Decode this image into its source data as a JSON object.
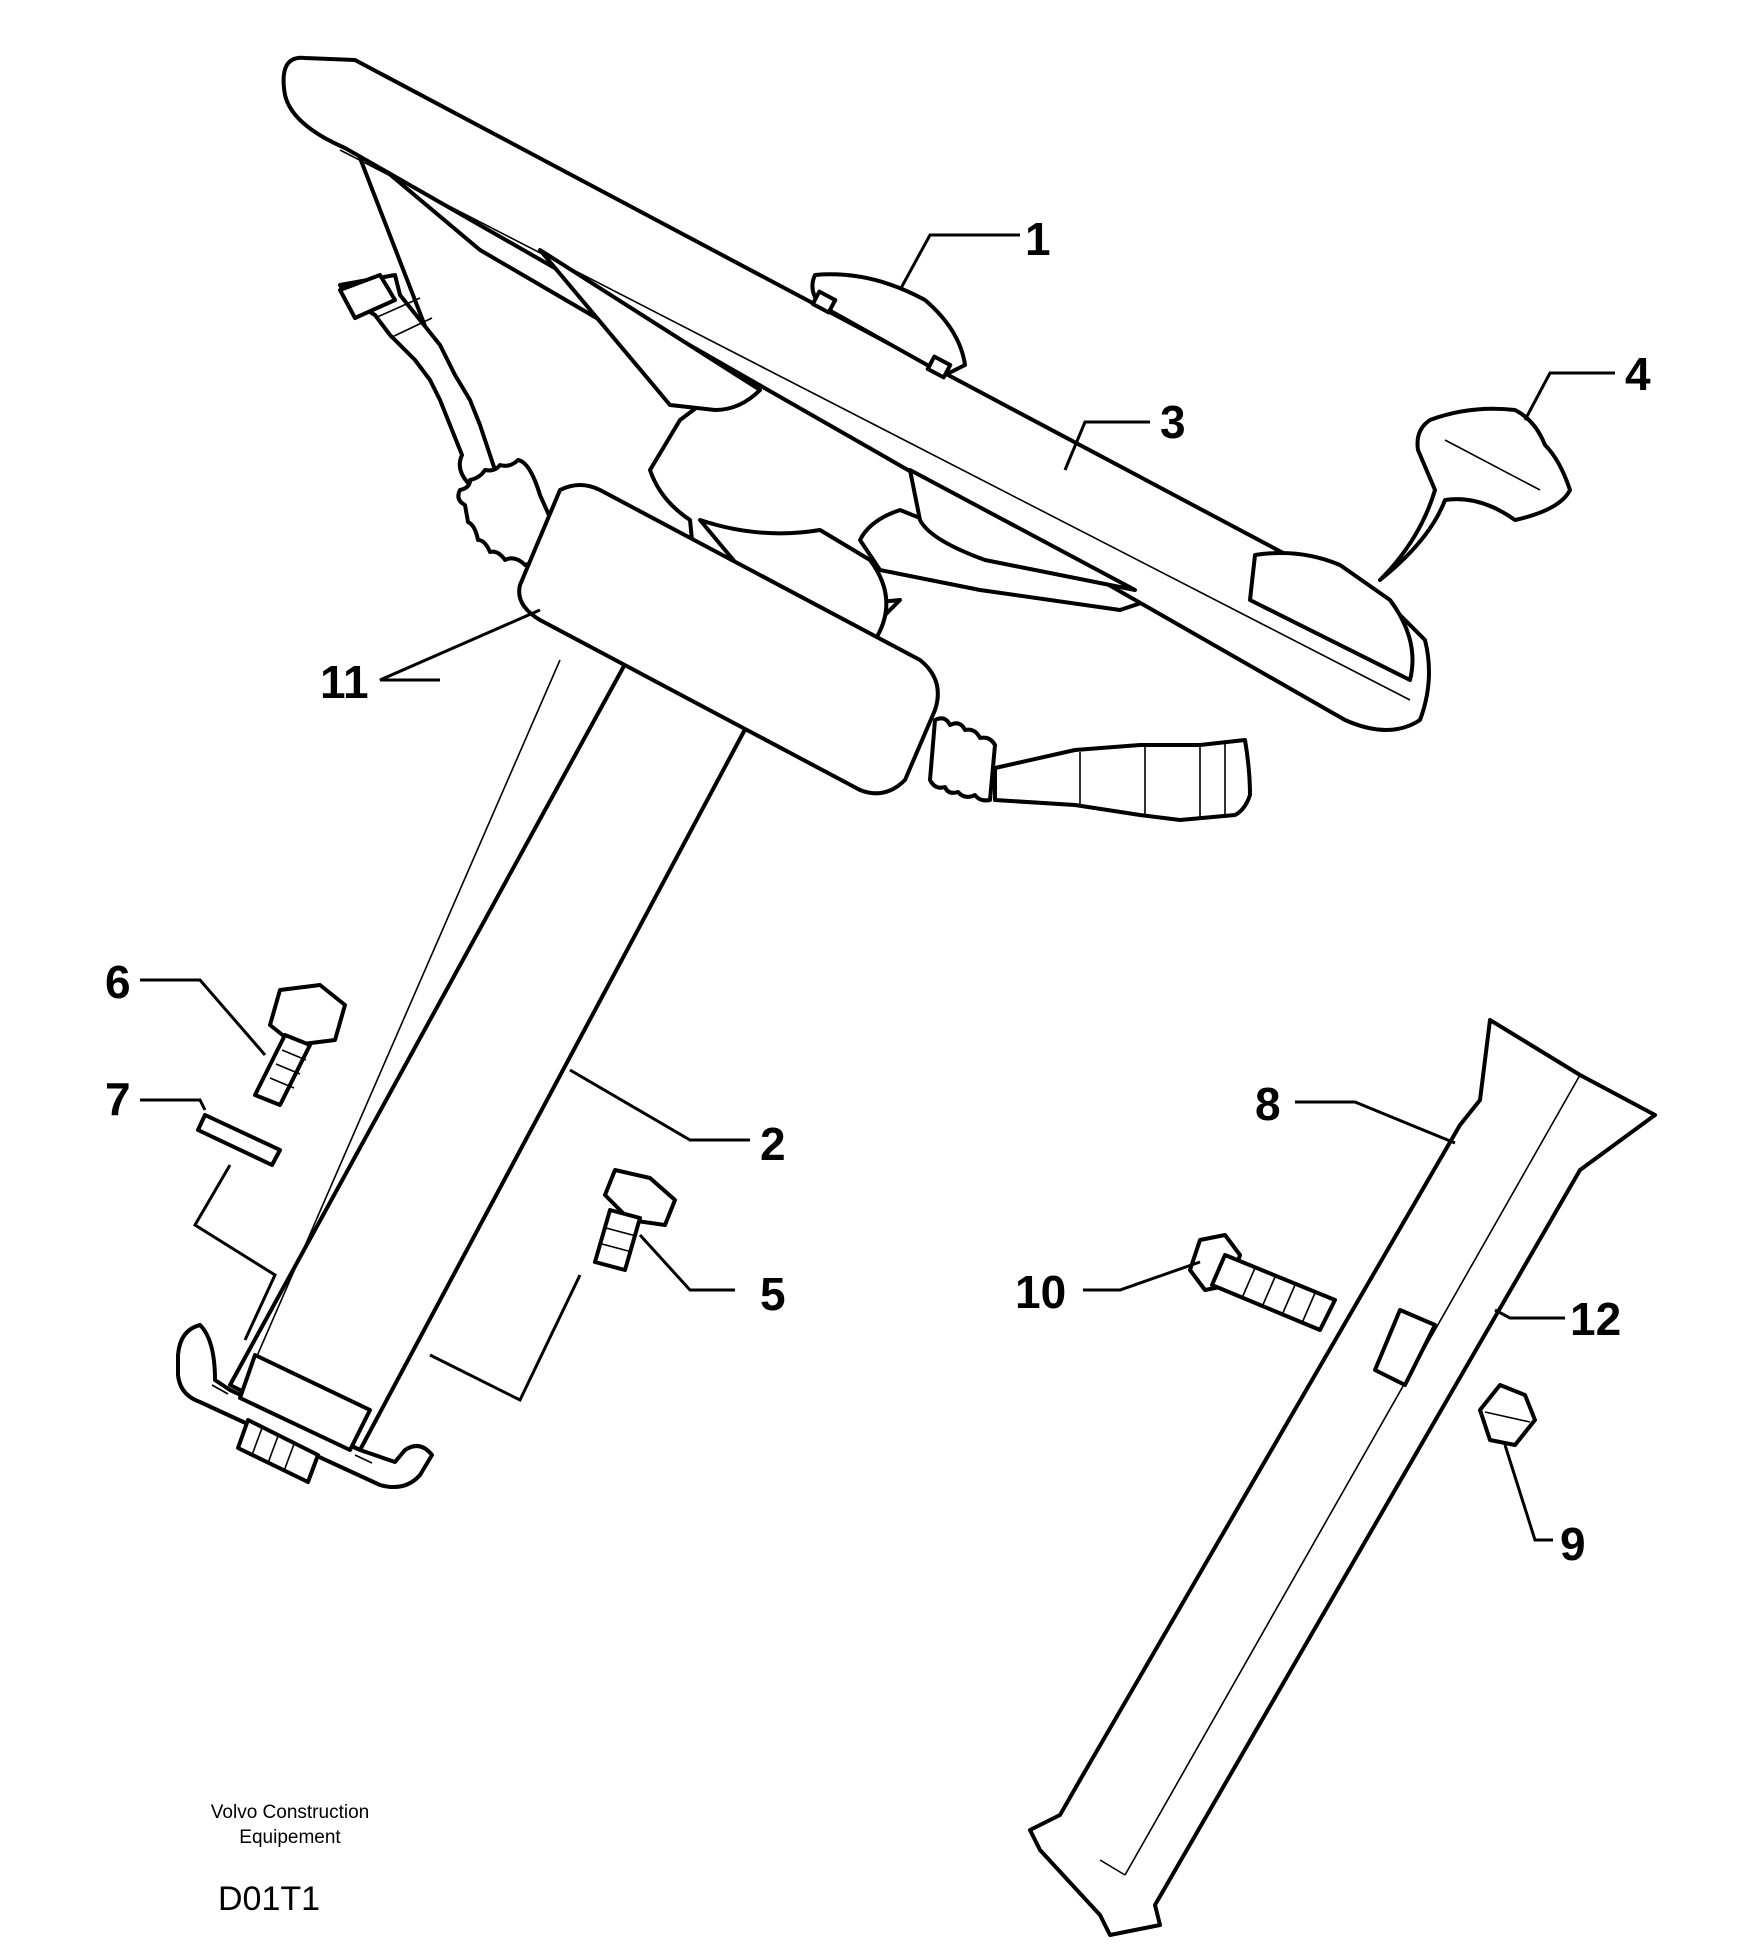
{
  "diagram": {
    "callouts": [
      {
        "id": "1",
        "label": "1"
      },
      {
        "id": "2",
        "label": "2"
      },
      {
        "id": "3",
        "label": "3"
      },
      {
        "id": "4",
        "label": "4"
      },
      {
        "id": "5",
        "label": "5"
      },
      {
        "id": "6",
        "label": "6"
      },
      {
        "id": "7",
        "label": "7"
      },
      {
        "id": "8",
        "label": "8"
      },
      {
        "id": "9",
        "label": "9"
      },
      {
        "id": "10",
        "label": "10"
      },
      {
        "id": "11",
        "label": "11"
      },
      {
        "id": "12",
        "label": "12"
      }
    ],
    "brand_line1": "Volvo Construction",
    "brand_line2": "Equipement",
    "figure_code": "D01T1"
  }
}
